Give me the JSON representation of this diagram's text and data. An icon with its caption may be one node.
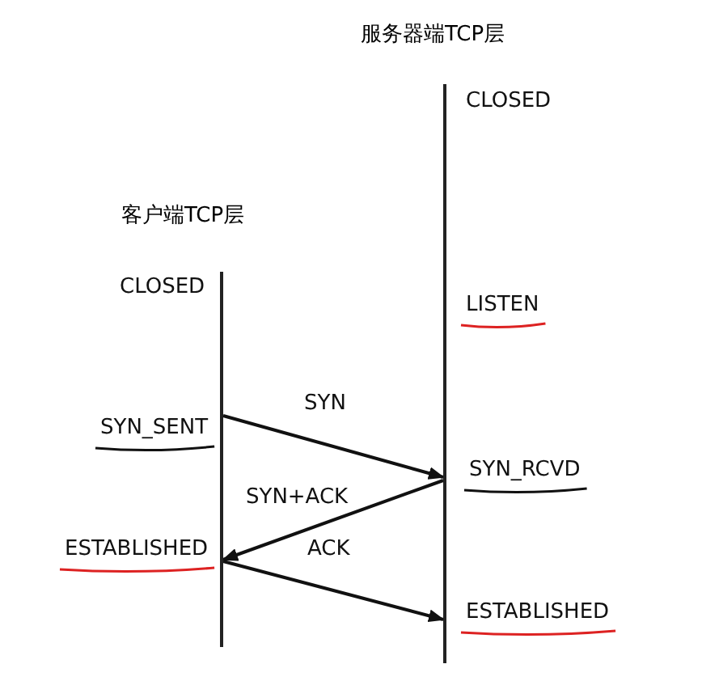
{
  "diagram": {
    "nodes": [
      {
        "text": [
          "客户端TCP层"
        ]
      },
      {
        "text": [
          "服务器端TCP层"
        ]
      }
    ],
    "edges": [
      {
        "from": 0,
        "to": 1,
        "arrow": "to",
        "label": "SYN"
      },
      {
        "from": 1,
        "to": 0,
        "arrow": "to",
        "label": "SYN+ACK"
      },
      {
        "from": 0,
        "to": 1,
        "arrow": "to",
        "label": "ACK"
      }
    ],
    "labels": [
      "CLOSED",
      "CLOSED",
      "LISTEN",
      "SYN_SENT",
      "SYN_RCVD",
      "ESTABLISHED",
      "ESTABLISHED"
    ]
  }
}
